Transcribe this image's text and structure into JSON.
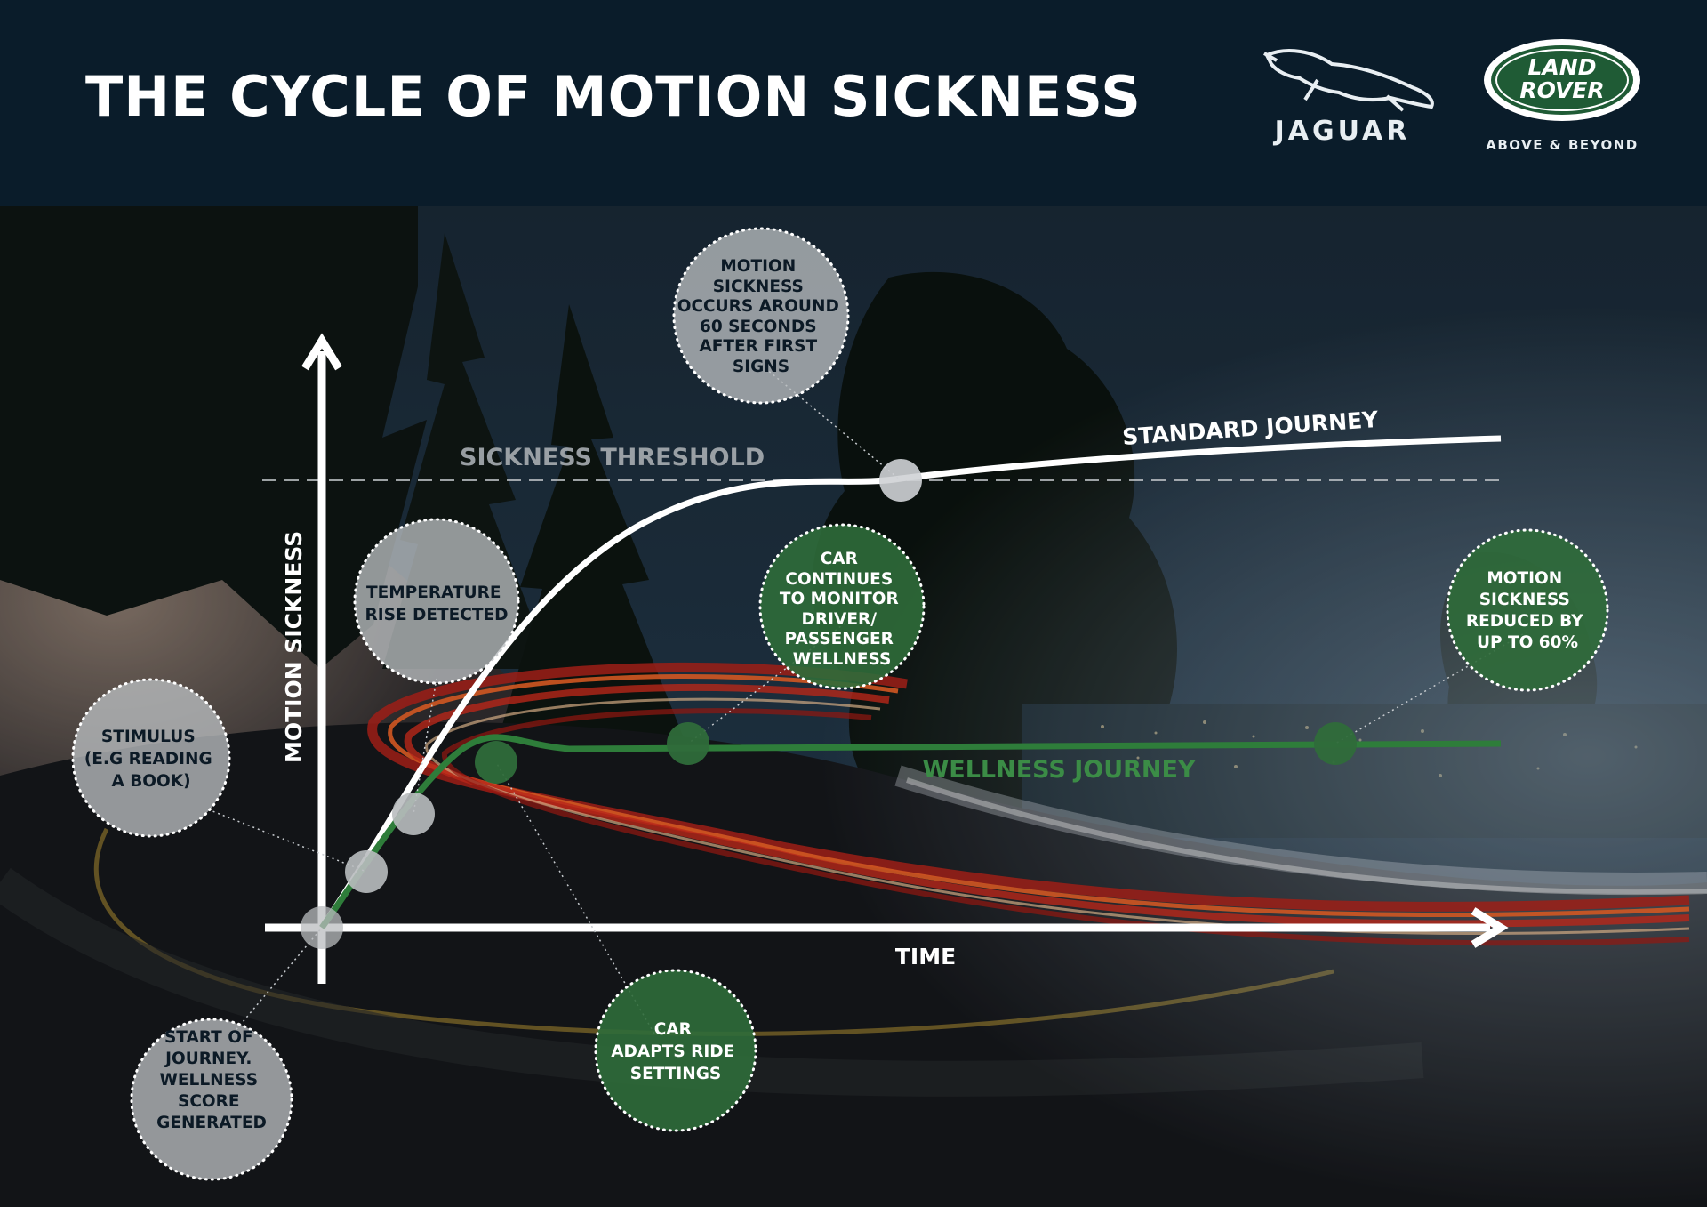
{
  "title": "THE CYCLE OF MOTION SICKNESS",
  "brands": {
    "jaguar": "JAGUAR",
    "land_rover_line1": "LAND",
    "land_rover_line2": "ROVER",
    "tagline": "ABOVE & BEYOND"
  },
  "axes": {
    "y_label": "MOTION SICKNESS",
    "x_label": "TIME"
  },
  "threshold_label": "SICKNESS THRESHOLD",
  "curves": {
    "standard_label": "STANDARD JOURNEY",
    "wellness_label": "WELLNESS JOURNEY"
  },
  "callouts": {
    "occurs": [
      "MOTION",
      "SICKNESS",
      "OCCURS AROUND",
      "60 SECONDS",
      "AFTER FIRST",
      "SIGNS"
    ],
    "temperature": [
      "TEMPERATURE",
      "RISE DETECTED"
    ],
    "stimulus": [
      "STIMULUS",
      "(E.G READING",
      "A BOOK)"
    ],
    "start": [
      "START OF",
      "JOURNEY.",
      "WELLNESS",
      "SCORE",
      "GENERATED"
    ],
    "monitor": [
      "CAR",
      "CONTINUES",
      "TO MONITOR",
      "DRIVER/",
      "PASSENGER",
      "WELLNESS"
    ],
    "adapts": [
      "CAR",
      "ADAPTS RIDE",
      "SETTINGS"
    ],
    "reduced": [
      "MOTION",
      "SICKNESS",
      "REDUCED BY",
      "UP TO 60%"
    ]
  },
  "colors": {
    "header_bg": "#0a1c2a",
    "standard_curve": "#ffffff",
    "wellness_curve": "#2e7d3a",
    "callout_grey": "#b9bcbf",
    "callout_green": "#2f6b3a",
    "land_rover_green": "#1f5b35"
  }
}
